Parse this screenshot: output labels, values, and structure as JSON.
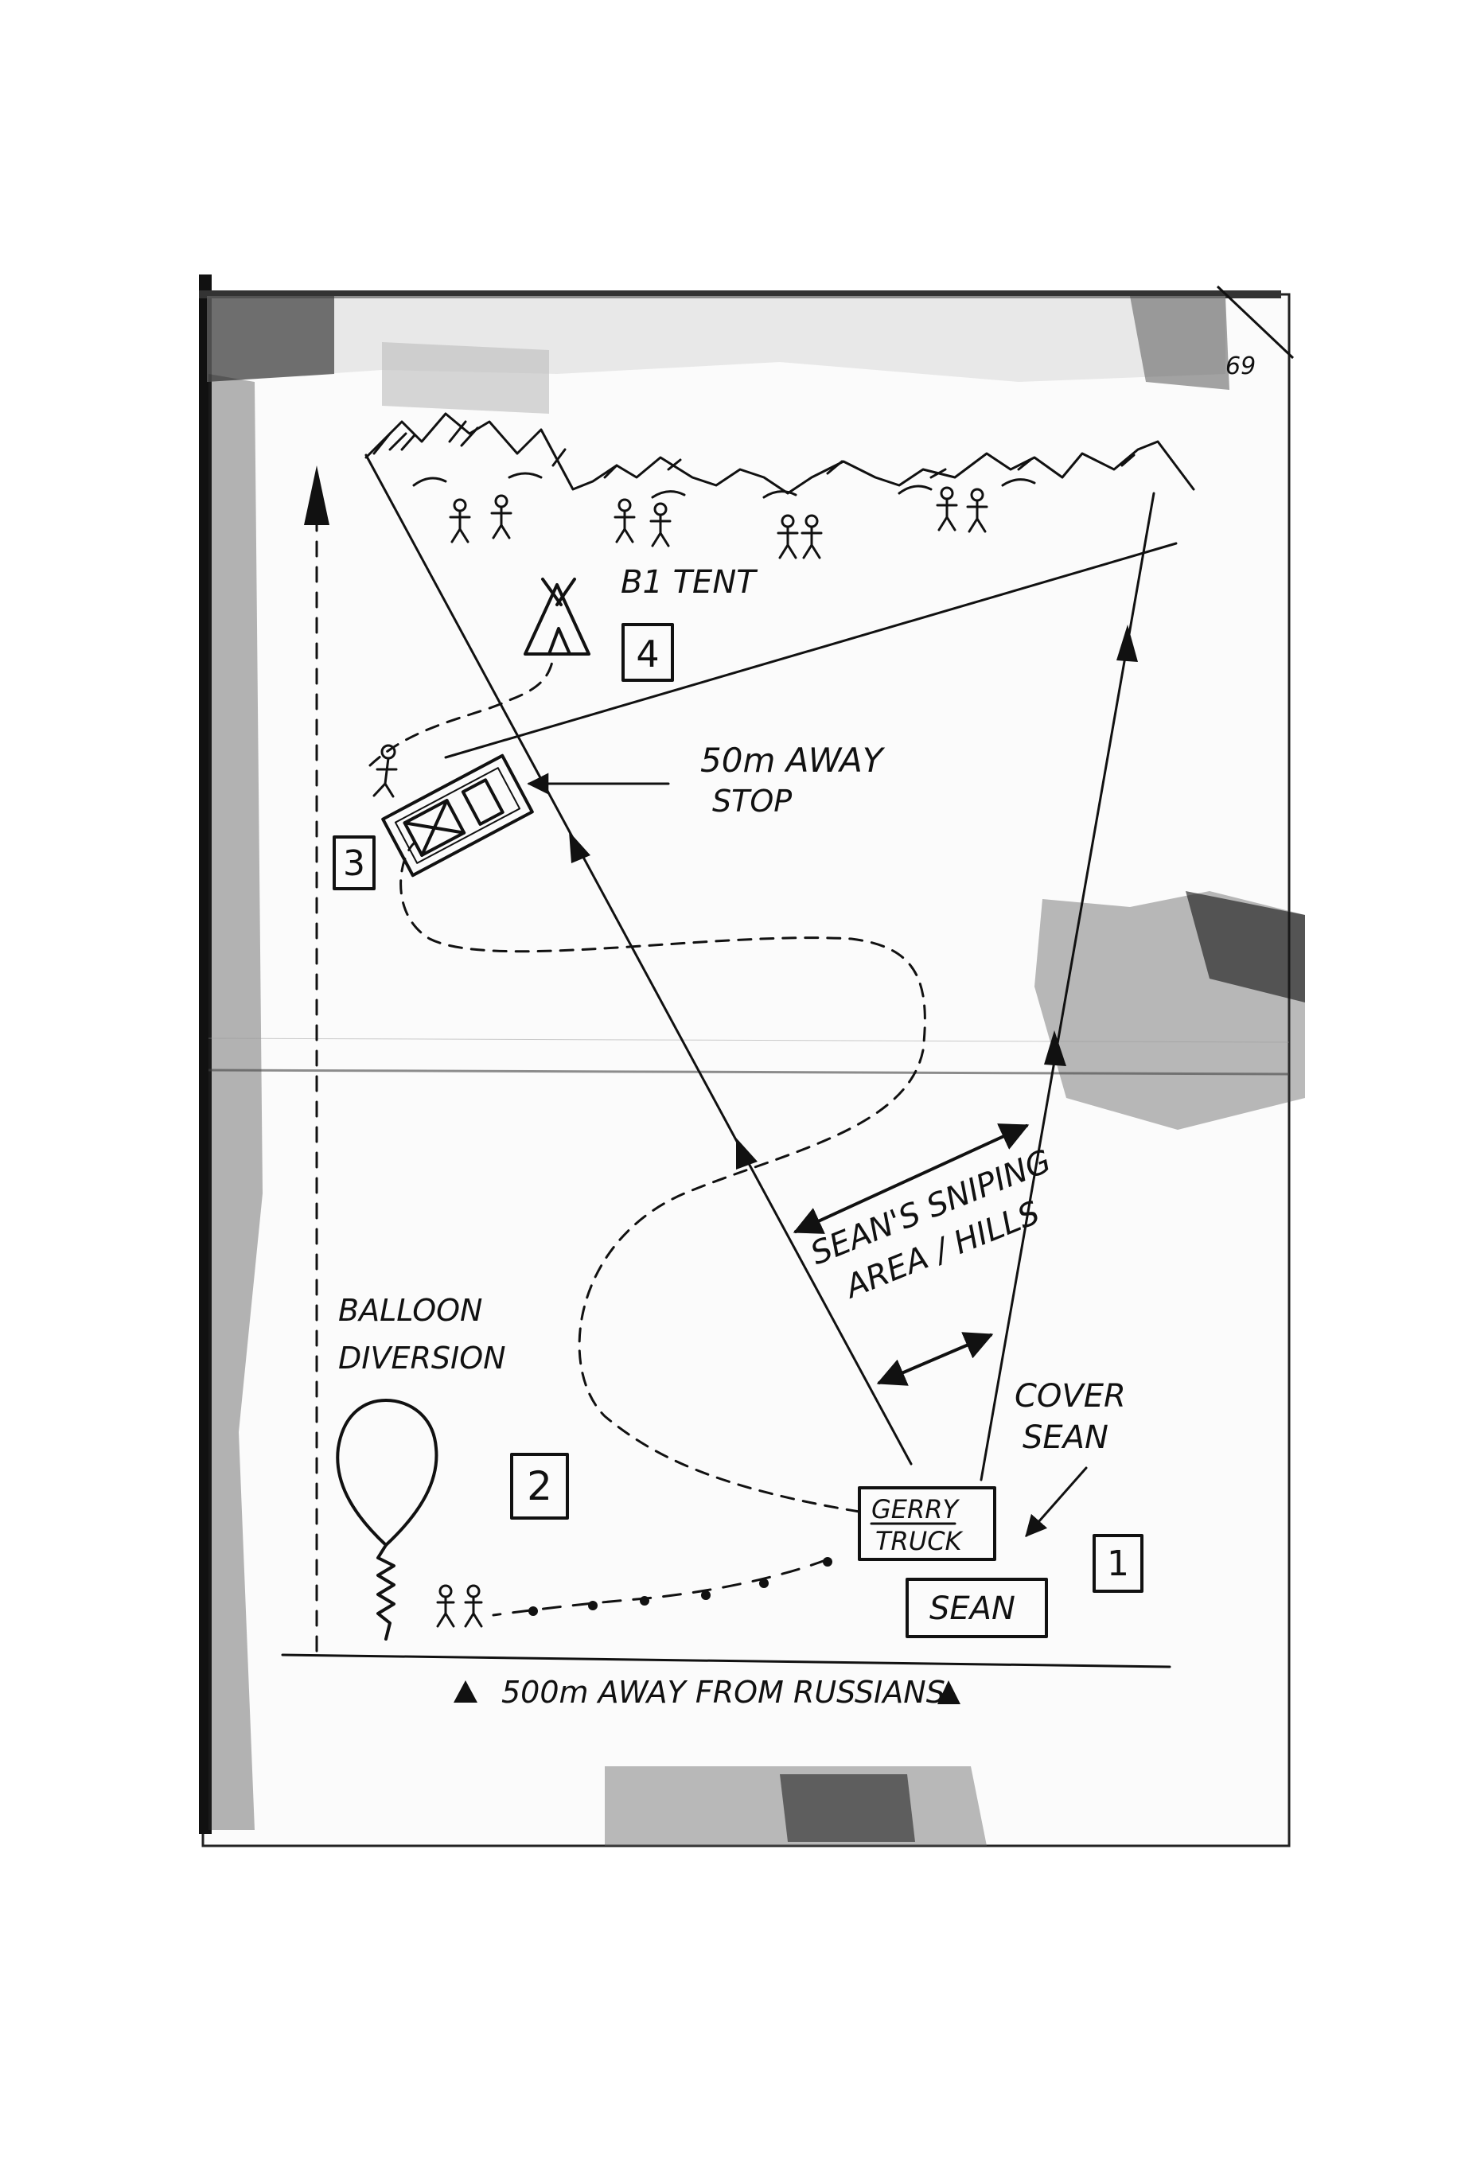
{
  "page": {
    "number": "69"
  },
  "labels": {
    "b1_tent": "B1 TENT",
    "away_stop_line1": "50m AWAY",
    "away_stop_line2": "STOP",
    "snipe_line1": "SEAN'S SNIPING",
    "snipe_line2": "AREA / HILLS",
    "balloon_line1": "BALLOON",
    "balloon_line2": "DIVERSION",
    "cover_line1": "COVER",
    "cover_line2": "SEAN",
    "truck_line1": "GERRY",
    "truck_line2": "TRUCK",
    "sean": "SEAN",
    "bottom_caption": "500m AWAY FROM RUSSIANS"
  },
  "steps": [
    "1",
    "2",
    "3",
    "4"
  ],
  "icons": {
    "mountains": "mountain-range-icon",
    "tent": "tent-icon",
    "balloon": "balloon-icon",
    "figure": "stick-figure-icon",
    "vehicle": "vehicle-icon"
  },
  "colors": {
    "ink": "#111111",
    "paper": "#ffffff",
    "grime": "#2a2a2a"
  }
}
